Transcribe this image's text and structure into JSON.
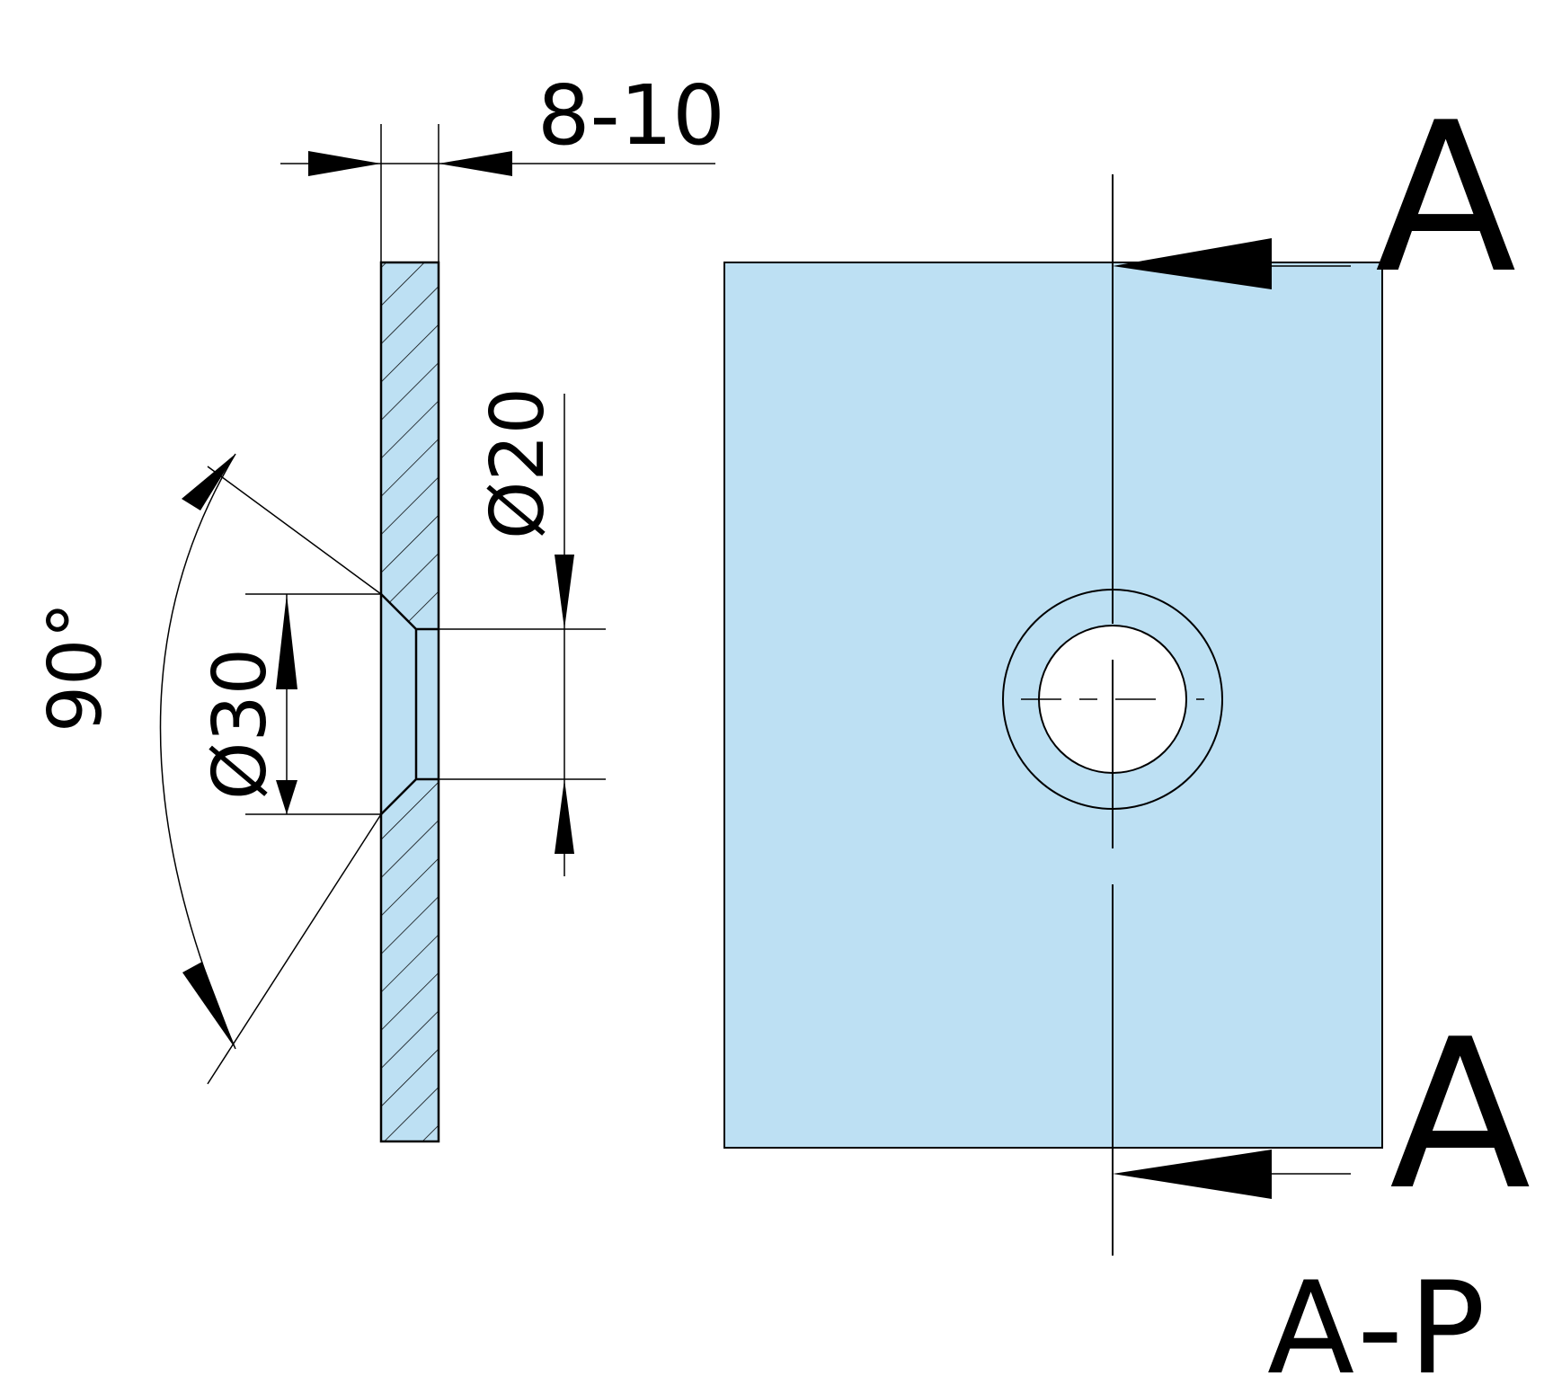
{
  "drawing": {
    "fill_color": "#bde0f3",
    "line_color": "#000000",
    "dimensions": {
      "thickness": "8-10",
      "hole_diameter": "Ø20",
      "countersink_diameter": "Ø30",
      "countersink_angle": "90°"
    },
    "section_marker_top": "A",
    "section_marker_bottom": "A",
    "view_label": "A-P"
  }
}
